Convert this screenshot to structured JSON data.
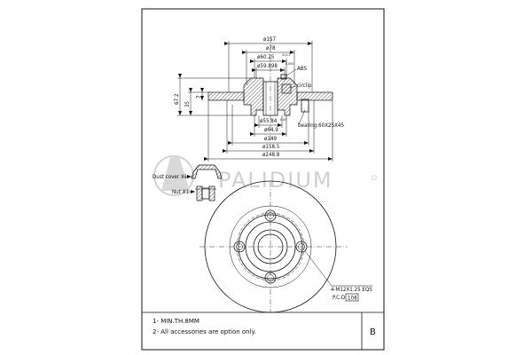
{
  "dimensions": {
    "d157": "ø157",
    "d78": "ø78",
    "d60": "ø60.25",
    "d60_tol": "0/-0.1",
    "d59": "ø59.898",
    "d59_tol": "0.050",
    "d55": "ø55.84",
    "d55_tol": "0.05",
    "d64": "ø64.9",
    "d149": "ø149",
    "d158": "ø158.5",
    "d248": "ø248.8",
    "h67": "67.2",
    "h35": "35",
    "h7": "7"
  },
  "callouts": {
    "abs": "ABS",
    "circlip": "circlip",
    "bearing": "bearing:60X25X45",
    "dust_cover": "Dust cover X1",
    "nut": "Nut X1",
    "bolt_pattern": "4-M12X1.25 EQS",
    "pcd_label": "P.C.D",
    "pcd_value": "108"
  },
  "notes": {
    "note1": "1- MIN.TH.8MM",
    "note2": "2- All accessories are option only."
  },
  "sheet_label": "B",
  "brand": "PALIDIUM"
}
